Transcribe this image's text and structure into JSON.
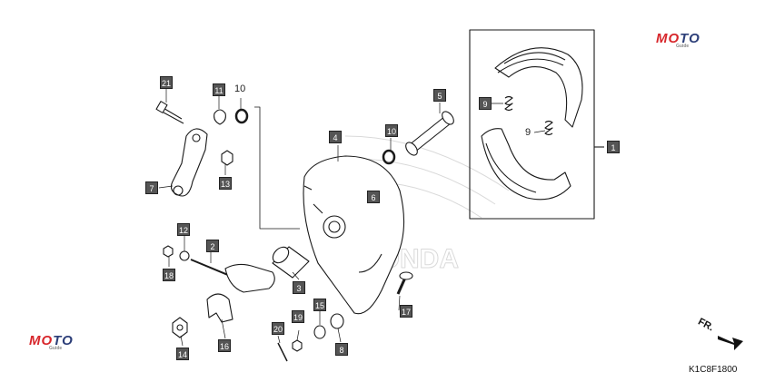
{
  "diagram_code": "K1C8F1800",
  "direction_label": "FR.",
  "watermark": {
    "prefix": "M",
    "o": "O",
    "suffix": "TO",
    "sub": "Guide"
  },
  "callouts": [
    {
      "num": "21",
      "boxed": true
    },
    {
      "num": "11",
      "boxed": true
    },
    {
      "num": "10",
      "boxed": false
    },
    {
      "num": "13",
      "boxed": true
    },
    {
      "num": "7",
      "boxed": true
    },
    {
      "num": "4",
      "boxed": true
    },
    {
      "num": "10",
      "boxed": true
    },
    {
      "num": "5",
      "boxed": true
    },
    {
      "num": "9",
      "boxed": true
    },
    {
      "num": "9",
      "boxed": false
    },
    {
      "num": "1",
      "boxed": true
    },
    {
      "num": "12",
      "boxed": true
    },
    {
      "num": "2",
      "boxed": true
    },
    {
      "num": "18",
      "boxed": true
    },
    {
      "num": "3",
      "boxed": true
    },
    {
      "num": "16",
      "boxed": true
    },
    {
      "num": "14",
      "boxed": true
    },
    {
      "num": "20",
      "boxed": true
    },
    {
      "num": "19",
      "boxed": true
    },
    {
      "num": "15",
      "boxed": true
    },
    {
      "num": "6",
      "boxed": true
    },
    {
      "num": "8",
      "boxed": true
    },
    {
      "num": "17",
      "boxed": true
    }
  ],
  "colors": {
    "line": "#1a1a1a",
    "label_bg": "#555555",
    "brand_red": "#d7262b",
    "brand_blue": "#2c3e78"
  }
}
